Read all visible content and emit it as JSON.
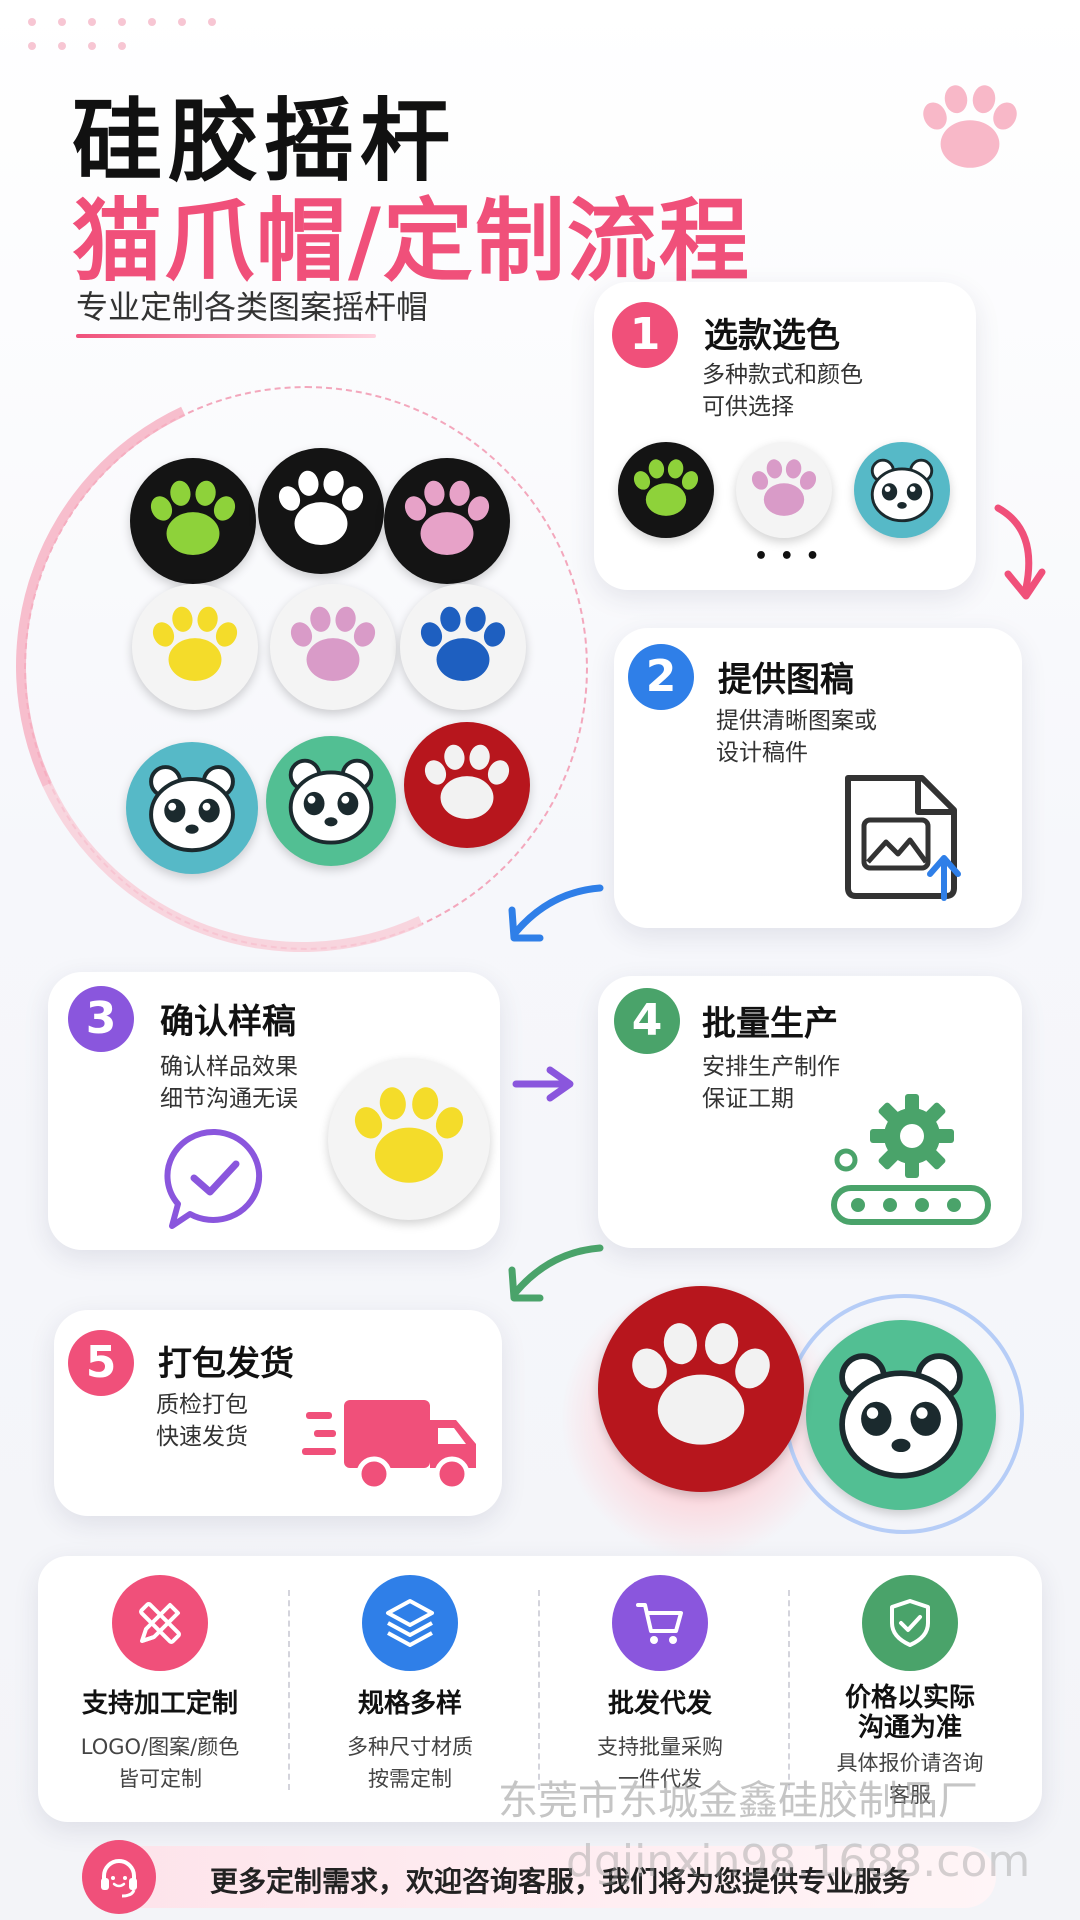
{
  "header": {
    "title_line1": "硅胶摇杆",
    "title_line2": "猫爪帽/定制流程",
    "subtitle": "专业定制各类图案摇杆帽"
  },
  "colors": {
    "pink": "#f0507a",
    "blue": "#2f7fe8",
    "purple": "#8a56dd",
    "green": "#4aa36a",
    "red": "#c0201e"
  },
  "steps": [
    {
      "num": "1",
      "title": "选款选色",
      "desc1": "多种款式和颜色",
      "desc2": "可供选择",
      "extra": "• • •"
    },
    {
      "num": "2",
      "title": "提供图稿",
      "desc1": "提供清晰图案或",
      "desc2": "设计稿件"
    },
    {
      "num": "3",
      "title": "确认样稿",
      "desc1": "确认样品效果",
      "desc2": "细节沟通无误"
    },
    {
      "num": "4",
      "title": "批量生产",
      "desc1": "安排生产制作",
      "desc2": "保证工期"
    },
    {
      "num": "5",
      "title": "打包发货",
      "desc1": "质检打包",
      "desc2": "快速发货"
    }
  ],
  "features": [
    {
      "icon": "ruler-pencil-icon",
      "title": "支持加工定制",
      "desc1": "LOGO/图案/颜色",
      "desc2": "皆可定制"
    },
    {
      "icon": "layers-icon",
      "title": "规格多样",
      "desc1": "多种尺寸材质",
      "desc2": "按需定制"
    },
    {
      "icon": "cart-icon",
      "title": "批发代发",
      "desc1": "支持批量采购",
      "desc2": "一件代发"
    },
    {
      "icon": "shield-check-icon",
      "title": "价格以实际",
      "title2": "沟通为准",
      "desc1": "具体报价请咨询",
      "desc2": "客服"
    }
  ],
  "footer": {
    "text": "更多定制需求，欢迎咨询客服，我们将为您提供专业服务",
    "icon": "headset-icon"
  },
  "watermark": {
    "line1": "东莞市东城金鑫硅胶制品厂",
    "line2": "dgjinxin98.1688.com"
  }
}
